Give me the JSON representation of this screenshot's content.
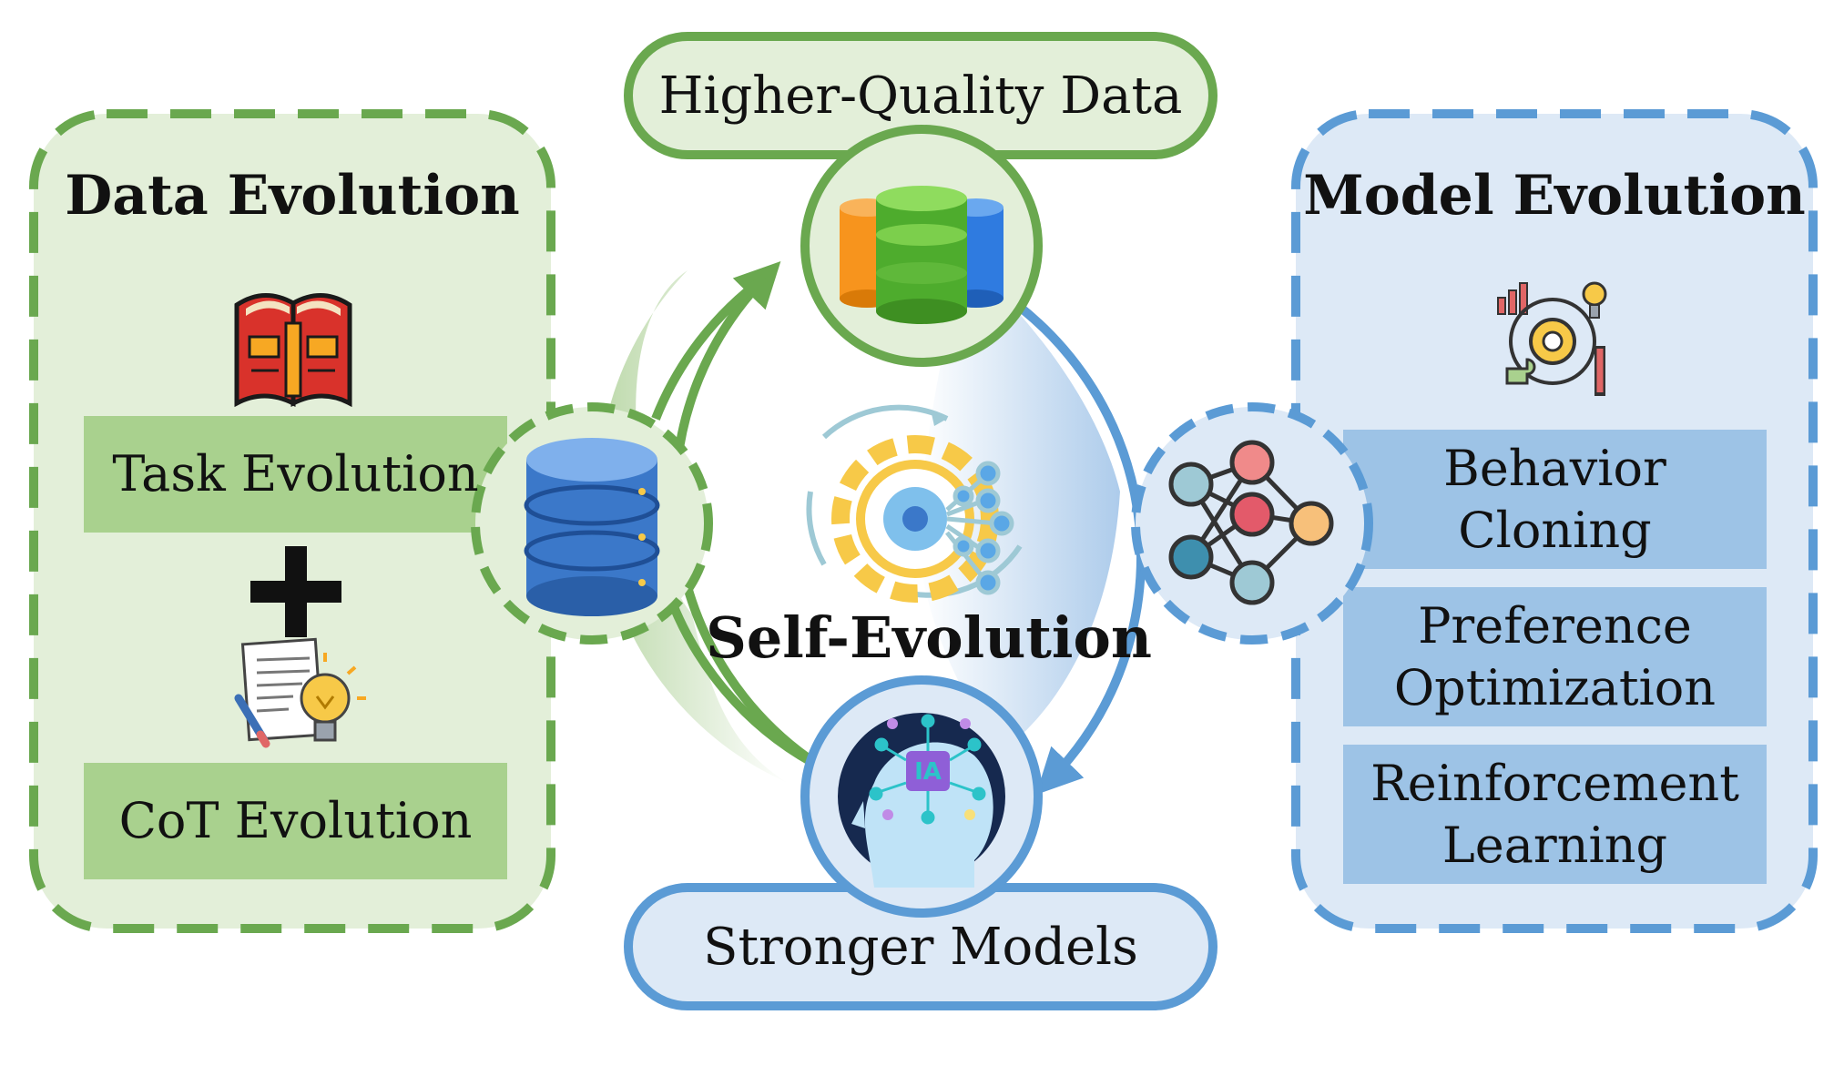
{
  "left_panel": {
    "title": "Data Evolution",
    "items": [
      "Task Evolution",
      "CoT Evolution"
    ],
    "book_icon": "book-icon",
    "plus_icon": "plus-icon",
    "idea_icon": "document-lightbulb-icon",
    "color": "#6aa84f",
    "fill": "#e3efd9"
  },
  "right_panel": {
    "title": "Model Evolution",
    "items": [
      "Behavior Cloning",
      "Preference Optimization",
      "Reinforcement Learning"
    ],
    "analytics_icon": "gear-analytics-icon",
    "color": "#5b9bd5",
    "fill": "#dde9f6"
  },
  "top_pill": {
    "label": "Higher-Quality Data"
  },
  "bottom_pill": {
    "label": "Stronger Models"
  },
  "center": {
    "label": "Self-Evolution",
    "icon": "ai-gear-icon"
  },
  "nodes": {
    "top": "colorful-database-icon",
    "left": "blue-database-icon",
    "right": "neural-network-icon",
    "bottom": "ai-brain-icon"
  },
  "colors": {
    "green": "#6aa84f",
    "blue": "#5b9bd5",
    "green_box": "#a9d18e",
    "blue_box": "#9dc3e6"
  }
}
